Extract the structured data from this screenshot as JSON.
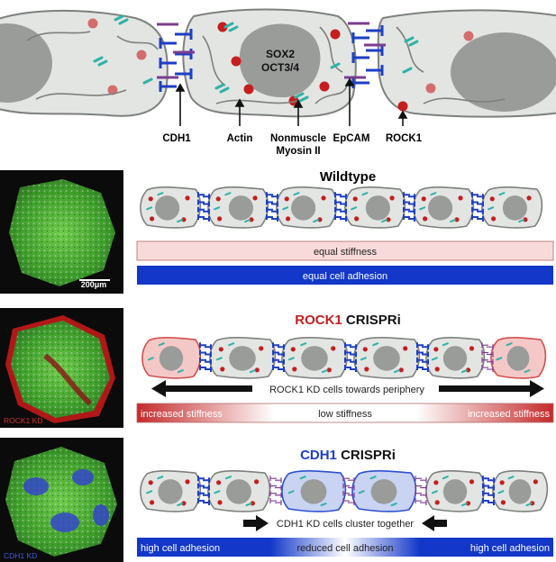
{
  "top": {
    "nucleus_text_1": "SOX2",
    "nucleus_text_2": "OCT3/4",
    "labels": {
      "cdh1": "CDH1",
      "actin": "Actin",
      "myosin_1": "Nonmuscle",
      "myosin_2": "Myosin II",
      "epcam": "EpCAM",
      "rock1": "ROCK1"
    }
  },
  "panels": {
    "wildtype": {
      "title": "Wildtype",
      "bar1": "equal stiffness",
      "bar2": "equal cell adhesion",
      "scale": "200μm"
    },
    "rock1": {
      "title_colored": "ROCK1",
      "title_rest": " CRISPRi",
      "arrow_text": "ROCK1 KD cells towards periphery",
      "bar_left": "increased stiffness",
      "bar_mid": "low stiffness",
      "bar_right": "increased stiffness",
      "image_label": "ROCK1 KD"
    },
    "cdh1": {
      "title_colored": "CDH1",
      "title_rest": " CRISPRi",
      "arrow_text": "CDH1 KD cells cluster together",
      "bar_left": "high cell adhesion",
      "bar_mid": "reduced cell adhesion",
      "bar_right": "high cell adhesion",
      "image_label": "CDH1 KD"
    }
  },
  "colors": {
    "cell_fill": "#e3e5e3",
    "cell_stroke": "#7d817d",
    "nucleus": "#9a9c9a",
    "rock1_dot": "#c41e1e",
    "cdh1_blue": "#1d3fc4",
    "epcam_purple": "#7b3c8f",
    "actin_teal": "#2eb3a6",
    "stiff_red": "#c52a2a",
    "stiff_pink": "#f9dada",
    "adhesion_blue": "#1237c9",
    "kd_red_fill": "#f5c8c8",
    "kd_blue_fill": "#c9d3f2"
  },
  "icons": [
    "cdh1-junction-icon",
    "epcam-junction-icon",
    "actin-filament-icon",
    "rock1-dot-icon",
    "left-arrow-icon",
    "right-arrow-icon"
  ]
}
